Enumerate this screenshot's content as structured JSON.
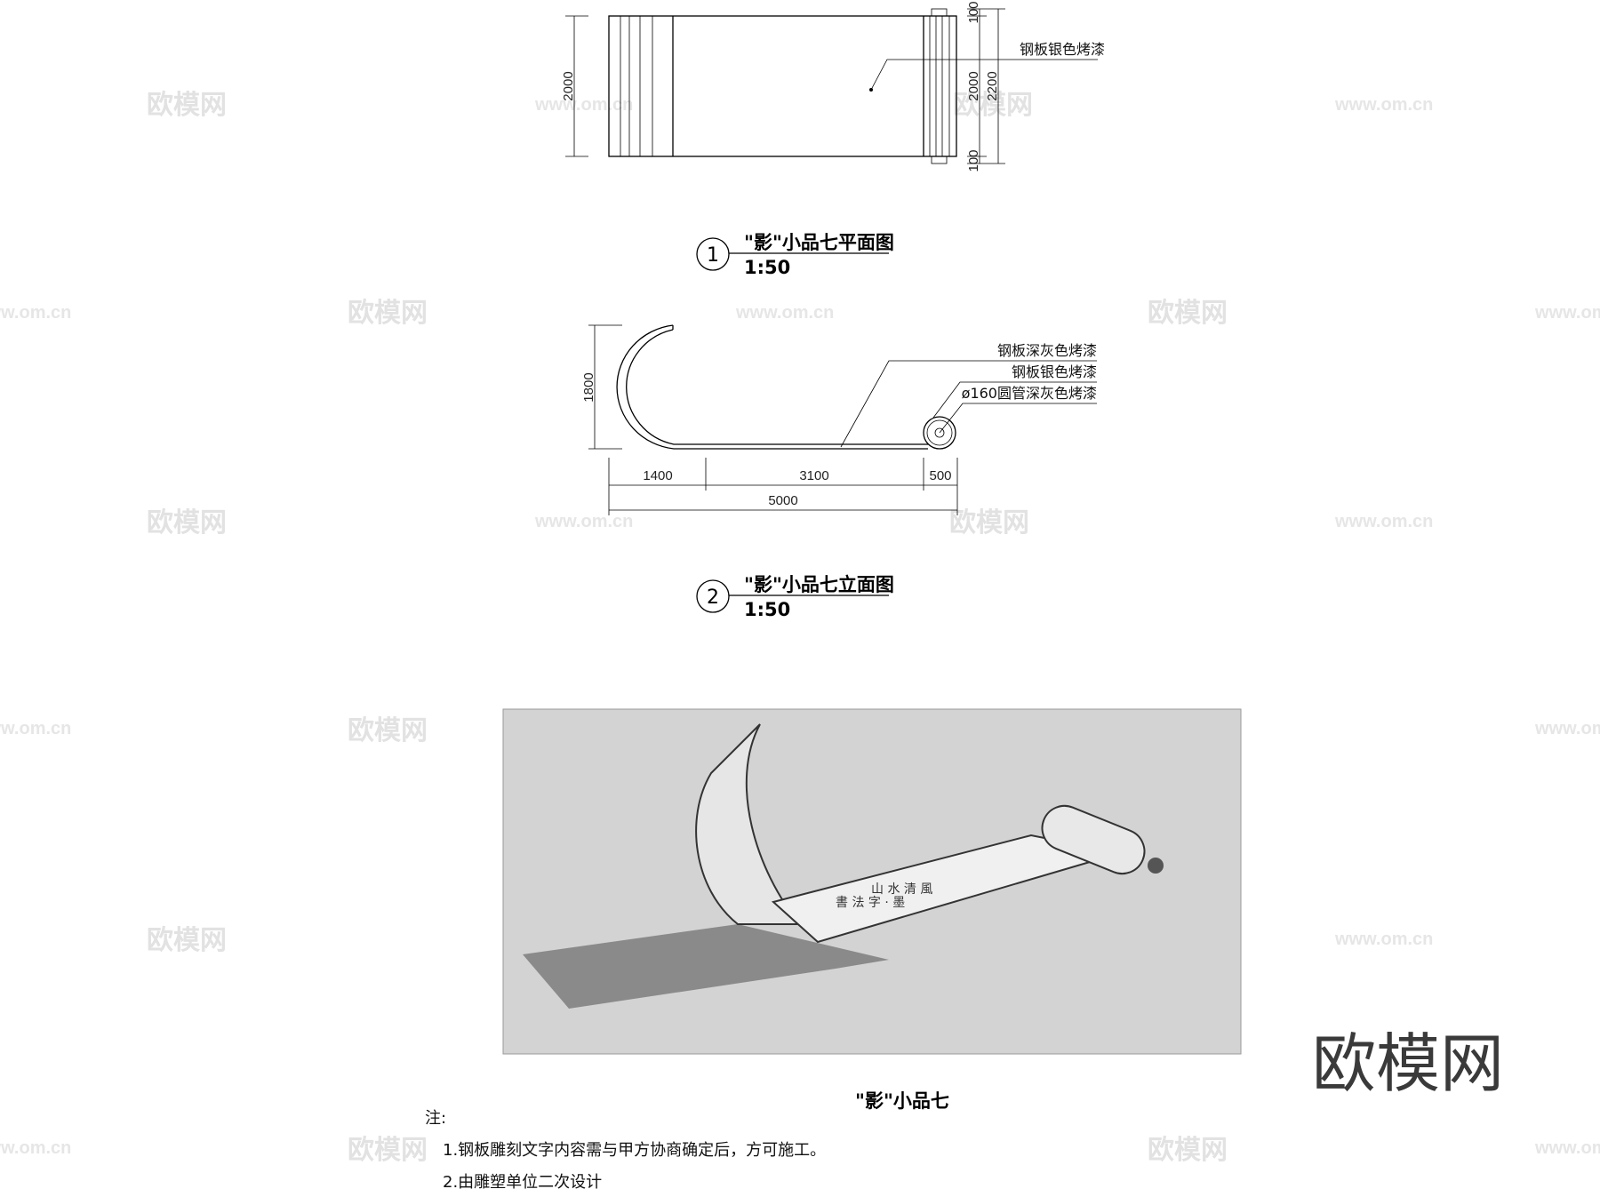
{
  "plan": {
    "dims": {
      "left": "2000",
      "top": "100",
      "mid": "2000",
      "total": "2200",
      "bottom": "100"
    },
    "label": "钢板银色烤漆",
    "title_no": "1",
    "title": "\"影\"小品七平面图",
    "scale": "1:50"
  },
  "elevation": {
    "dims": {
      "height": "1800",
      "seg1": "1400",
      "seg2": "3100",
      "seg3": "500",
      "total": "5000"
    },
    "labels": [
      "钢板深灰色烤漆",
      "钢板银色烤漆",
      "ø160圆管深灰色烤漆"
    ],
    "title_no": "2",
    "title": "\"影\"小品七立面图",
    "scale": "1:50"
  },
  "render": {
    "caption": "\"影\"小品七"
  },
  "notes": {
    "heading": "注:",
    "items": [
      "1.钢板雕刻文字内容需与甲方协商确定后，方可施工。",
      "2.由雕塑单位二次设计"
    ]
  },
  "watermark": {
    "logo": "欧模网",
    "url": "www.om.cn"
  },
  "colors": {
    "render_bg": "#d3d3d3",
    "shadow": "#8a8a8a",
    "watermark": "#e2e2e2"
  }
}
